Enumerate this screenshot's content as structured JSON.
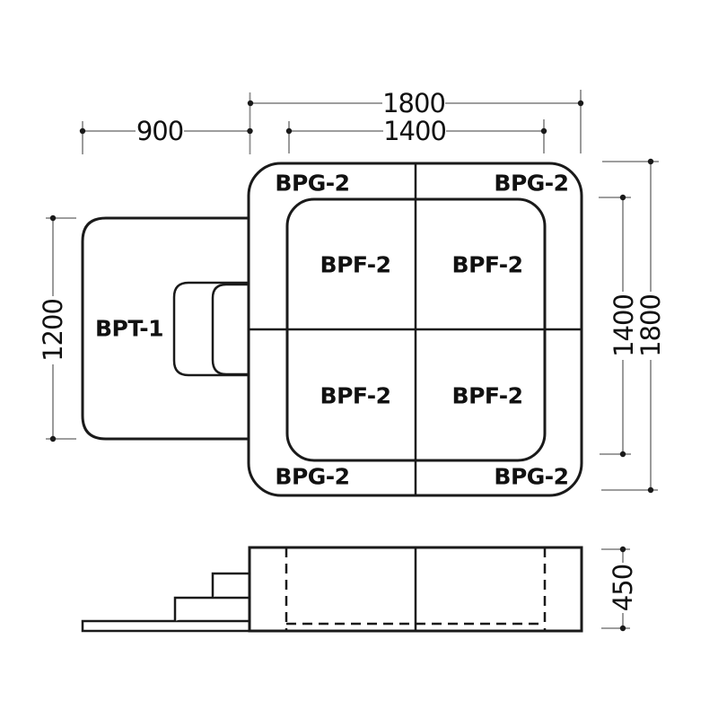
{
  "plan_view": {
    "corner_mats": [
      {
        "label": "BPG-2",
        "position": "top-left"
      },
      {
        "label": "BPG-2",
        "position": "top-right"
      },
      {
        "label": "BPG-2",
        "position": "bottom-left"
      },
      {
        "label": "BPG-2",
        "position": "bottom-right"
      }
    ],
    "floor_mats": [
      {
        "label": "BPF-2",
        "position": "top-left"
      },
      {
        "label": "BPF-2",
        "position": "top-right"
      },
      {
        "label": "BPF-2",
        "position": "bottom-left"
      },
      {
        "label": "BPF-2",
        "position": "bottom-right"
      }
    ],
    "step_unit": {
      "label": "BPT-1"
    },
    "dimensions": {
      "outer_width": "1800",
      "inner_width": "1400",
      "step_unit_width": "900",
      "step_unit_depth": "1200",
      "inner_depth": "1400",
      "outer_depth": "1800"
    }
  },
  "elevation_view": {
    "dimensions": {
      "block_height": "450"
    }
  },
  "colors": {
    "outline": "#1a1a1a",
    "dimension_line": "#909090",
    "text": "#111111",
    "background": "#ffffff"
  }
}
